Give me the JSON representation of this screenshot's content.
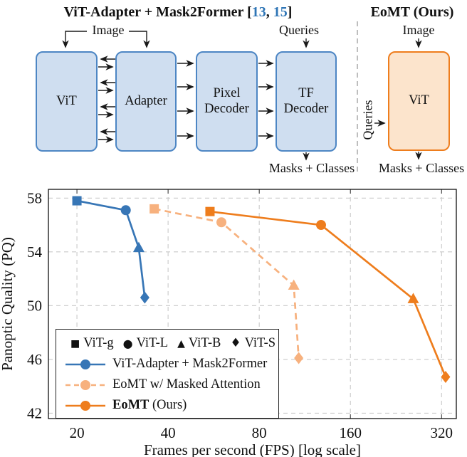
{
  "diagram": {
    "left": {
      "title_main": "ViT-Adapter + Mask2Former",
      "bracket_open": " [",
      "cite_1": "13",
      "cite_sep": ", ",
      "cite_2": "15",
      "bracket_close": "]",
      "image_label": "Image",
      "queries_label": "Queries",
      "blocks": [
        "ViT",
        "Adapter",
        "Pixel Decoder",
        "TF Decoder"
      ],
      "output_label": "Masks + Classes"
    },
    "right": {
      "title": "EoMT (Ours)",
      "image_label": "Image",
      "queries_label": "Queries",
      "block": "ViT",
      "output_label": "Masks + Classes"
    },
    "colors": {
      "blue_block_fill": "#cfdef0",
      "blue_block_border": "#4d86c4",
      "orange_block_fill": "#fce4cc",
      "orange_block_border": "#ee7d1d",
      "citation": "#2e75b6"
    }
  },
  "chart_data": {
    "type": "line",
    "title": "",
    "xlabel": "Frames per second (FPS) [log scale]",
    "ylabel": "Panoptic Quality (PQ)",
    "x_scale": "log2",
    "x_ticks": [
      20,
      40,
      80,
      160,
      320
    ],
    "y_ticks": [
      42,
      46,
      50,
      54,
      58
    ],
    "xlim": [
      16.1,
      358
    ],
    "ylim": [
      41.6,
      58.65
    ],
    "grid": true,
    "legend_position": "lower left",
    "marker_key": [
      {
        "marker": "square",
        "label": "ViT-g"
      },
      {
        "marker": "circle",
        "label": "ViT-L"
      },
      {
        "marker": "triangle",
        "label": "ViT-B"
      },
      {
        "marker": "diamond",
        "label": "ViT-S"
      }
    ],
    "series": [
      {
        "name": "ViT-Adapter + Mask2Former",
        "color": "#3776b6",
        "style": "solid",
        "points": [
          {
            "variant": "ViT-g",
            "fps": 20,
            "pq": 57.8
          },
          {
            "variant": "ViT-L",
            "fps": 29,
            "pq": 57.1
          },
          {
            "variant": "ViT-B",
            "fps": 32,
            "pq": 54.3
          },
          {
            "variant": "ViT-S",
            "fps": 33.5,
            "pq": 50.6
          }
        ]
      },
      {
        "name": "EoMT w/ Masked Attention",
        "color": "#f7b17e",
        "style": "dashed",
        "points": [
          {
            "variant": "ViT-g",
            "fps": 36,
            "pq": 57.2
          },
          {
            "variant": "ViT-L",
            "fps": 60,
            "pq": 56.2
          },
          {
            "variant": "ViT-B",
            "fps": 104,
            "pq": 51.5
          },
          {
            "variant": "ViT-S",
            "fps": 108,
            "pq": 46.1
          }
        ]
      },
      {
        "name": "EoMT (Ours)",
        "color": "#ee7d1d",
        "style": "solid",
        "points": [
          {
            "variant": "ViT-g",
            "fps": 55,
            "pq": 57.0
          },
          {
            "variant": "ViT-L",
            "fps": 128,
            "pq": 56.0
          },
          {
            "variant": "ViT-B",
            "fps": 258,
            "pq": 50.5
          },
          {
            "variant": "ViT-S",
            "fps": 330,
            "pq": 44.7
          }
        ]
      }
    ]
  },
  "legend": {
    "marker_row": [
      {
        "glyph": "■",
        "label": "ViT-g"
      },
      {
        "glyph": "●",
        "label": "ViT-L"
      },
      {
        "glyph": "▲",
        "label": "ViT-B"
      },
      {
        "glyph": "♦",
        "label": "ViT-S"
      }
    ],
    "entries": [
      {
        "label": "ViT-Adapter + Mask2Former"
      },
      {
        "label": "EoMT w/ Masked Attention"
      },
      {
        "label_bold": "EoMT",
        "label_rest": " (Ours)"
      }
    ]
  }
}
